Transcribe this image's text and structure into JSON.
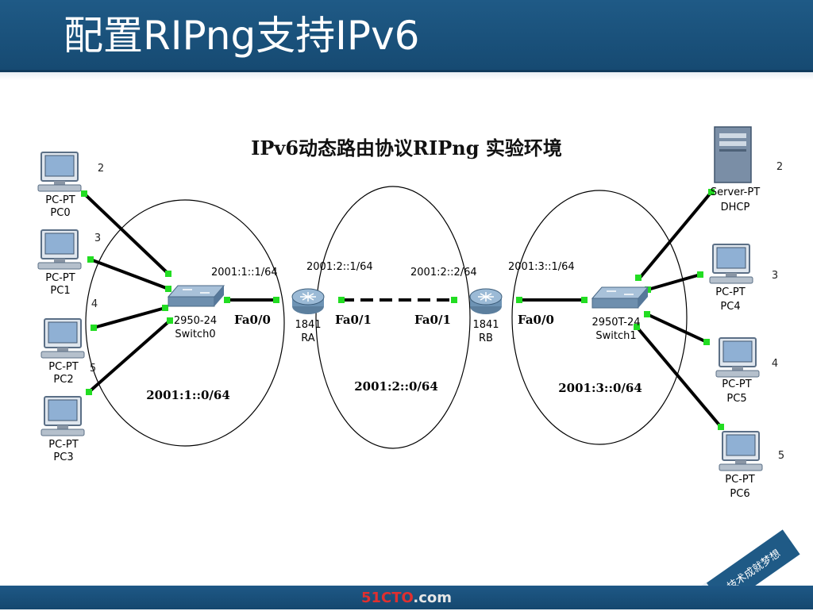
{
  "slide": {
    "title": "配置RIPng支持IPv6",
    "footer_brand": "51CTO",
    "footer_domain": ".com",
    "stamp_text": "技术成就梦想"
  },
  "diagram": {
    "heading": "IPv6动态路由协议RIPng 实验环境",
    "left_pcs": [
      {
        "type": "PC-PT",
        "name": "PC0",
        "port": "2"
      },
      {
        "type": "PC-PT",
        "name": "PC1",
        "port": "3"
      },
      {
        "type": "PC-PT",
        "name": "PC2",
        "port": "4"
      },
      {
        "type": "PC-PT",
        "name": "PC3",
        "port": "5"
      }
    ],
    "right_hosts": [
      {
        "type": "Server-PT",
        "name": "DHCP",
        "port": "2"
      },
      {
        "type": "PC-PT",
        "name": "PC4",
        "port": "3"
      },
      {
        "type": "PC-PT",
        "name": "PC5",
        "port": "4"
      },
      {
        "type": "PC-PT",
        "name": "PC6",
        "port": "5"
      }
    ],
    "switch0": {
      "model": "2950-24",
      "name": "Switch0"
    },
    "switch1": {
      "model": "2950T-24",
      "name": "Switch1"
    },
    "router_a": {
      "model": "1841",
      "name": "RA"
    },
    "router_b": {
      "model": "1841",
      "name": "RB"
    },
    "ports": {
      "ra_fa00": "Fa0/0",
      "ra_fa01": "Fa0/1",
      "rb_fa01": "Fa0/1",
      "rb_fa00": "Fa0/0"
    },
    "addresses": {
      "ra_fa00": "2001:1::1/64",
      "ra_fa01": "2001:2::1/64",
      "rb_fa01": "2001:2::2/64",
      "rb_fa00": "2001:3::1/64"
    },
    "networks": [
      "2001:1::0/64",
      "2001:2::0/64",
      "2001:3::0/64"
    ]
  },
  "colors": {
    "link_dot": "#22dd22",
    "title_bar": "#1a5480",
    "ellipse": "#000000"
  }
}
